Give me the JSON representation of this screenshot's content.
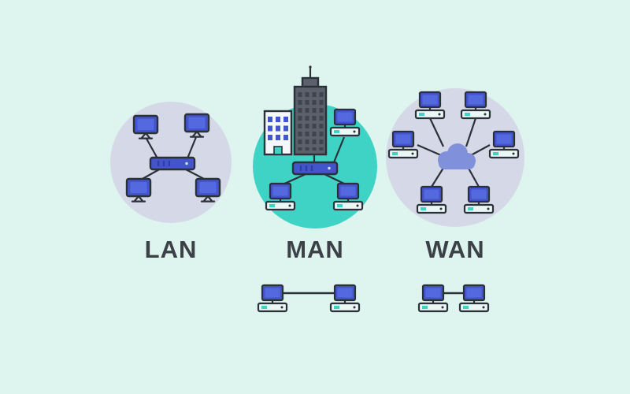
{
  "title": "Network types illustration",
  "networks": [
    {
      "id": "lan",
      "label": "LAN",
      "description": "four computers connected to a central switch"
    },
    {
      "id": "man",
      "label": "MAN",
      "description": "city buildings and three computers connected to a switch"
    },
    {
      "id": "wan",
      "label": "WAN",
      "description": "six computers connected through a central cloud"
    }
  ],
  "icons": {
    "computer": "computer-icon",
    "switch": "network-switch-icon",
    "cloud": "cloud-icon",
    "building_small": "building-icon",
    "building_tower": "skyscraper-icon"
  },
  "colors": {
    "background": "#def4ee",
    "lan_circle": "#d5d8e6",
    "man_circle": "#3ed3c5",
    "wan_circle": "#d5d8e6",
    "device_blue": "#4355cb",
    "device_screen": "#5468e0",
    "outline_dark": "#2b3139",
    "cloud_blue": "#8090da",
    "base_unit": "#eaf7f5",
    "accent_teal": "#3ed3c5",
    "building_dark": "#5b616b",
    "building_light": "#f4f8fb",
    "label_text": "#3b4147"
  }
}
